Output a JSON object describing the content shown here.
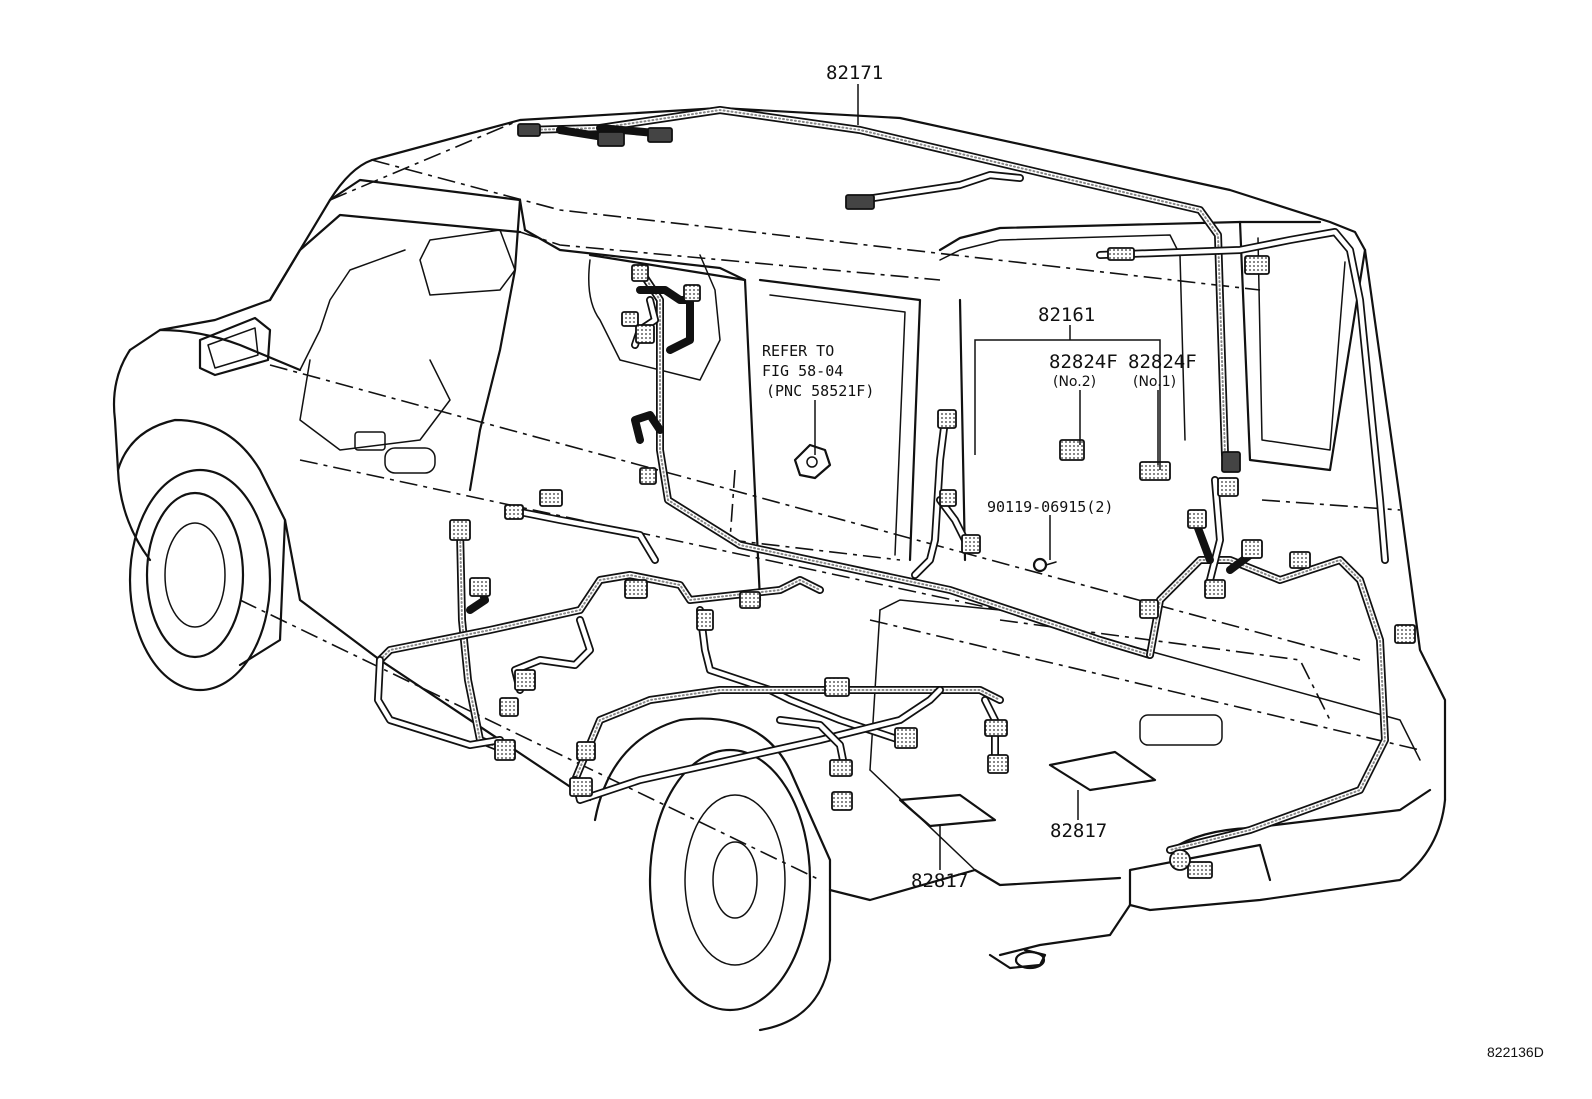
{
  "callouts": {
    "roof_harness": "82171",
    "floor_harness": "82161",
    "block_no2": "82824F",
    "block_no2_sub": "(No.2)",
    "block_no1": "82824F",
    "block_no1_sub": "(No.1)",
    "bolt": "90119-06915(2)",
    "protector_left": "82817",
    "protector_right": "82817"
  },
  "refer_note": {
    "line1": "REFER TO",
    "line2": "FIG 58-04",
    "line3": "(PNC 58521F)"
  },
  "figure_code": "822136D"
}
